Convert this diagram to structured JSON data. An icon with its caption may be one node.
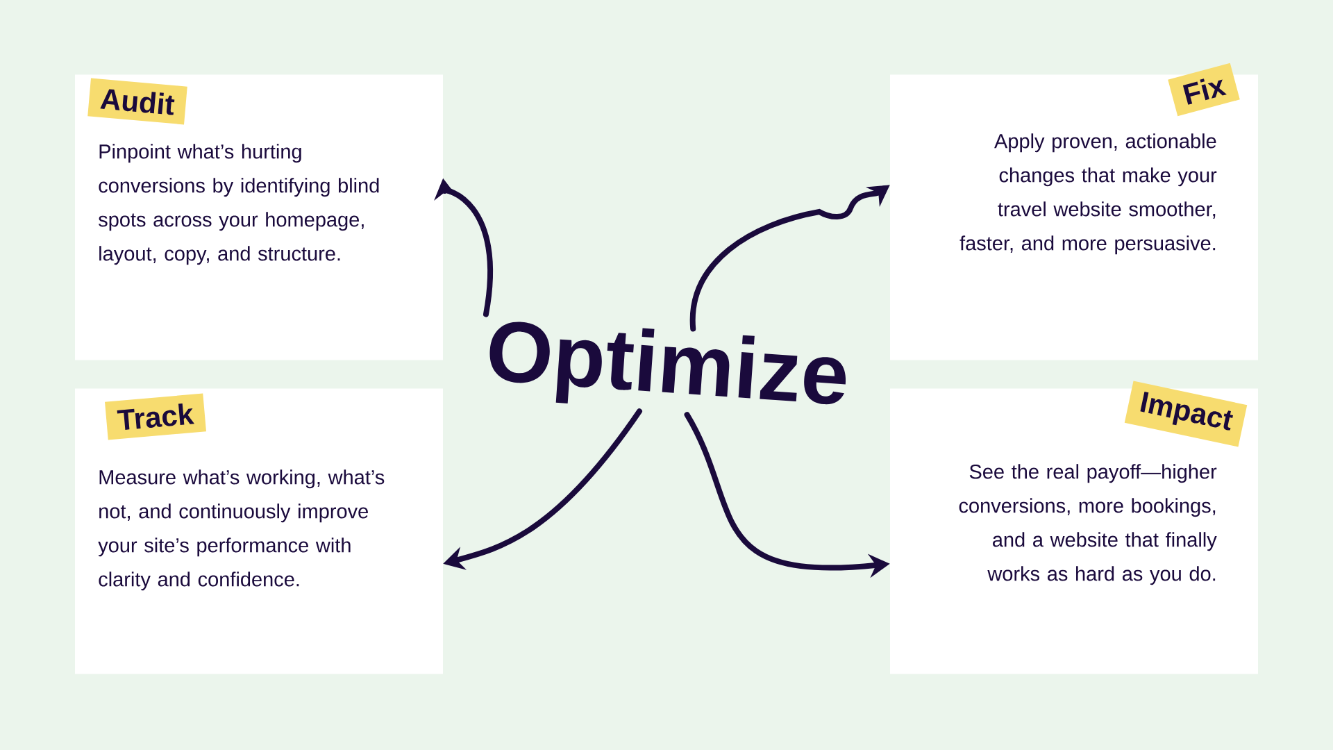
{
  "diagram": {
    "nodes": [
      {
        "text": [
          "Audit",
          "Pinpoint what’s hurting conversions by identifying blind spots across your homepage, layout, copy, and structure."
        ]
      },
      {
        "text": [
          "Fix",
          "Apply proven, actionable changes that make your travel website smoother, faster, and more persuasive."
        ]
      },
      {
        "text": [
          "Optimize"
        ]
      },
      {
        "text": [
          "Track",
          "Measure what’s working, what’s not, and continuously improve your site’s performance with clarity and confidence."
        ]
      },
      {
        "text": [
          "Impact",
          "See the real payoff—higher conversions, more bookings, and a website that finally works as hard as you do."
        ]
      }
    ],
    "edges": [
      {
        "from": 2,
        "to": 0,
        "arrow": "to"
      },
      {
        "from": 2,
        "to": 1,
        "arrow": "to"
      },
      {
        "from": 2,
        "to": 3,
        "arrow": "to"
      },
      {
        "from": 2,
        "to": 4,
        "arrow": "to"
      }
    ]
  }
}
